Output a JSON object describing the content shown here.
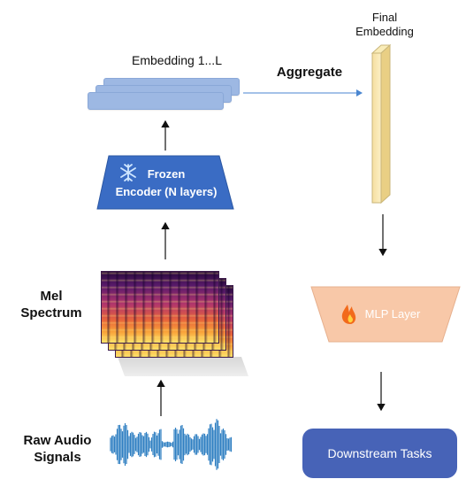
{
  "labels": {
    "embedding_stack": "Embedding 1...L",
    "aggregate": "Aggregate",
    "final_embedding_line1": "Final",
    "final_embedding_line2": "Embedding",
    "encoder_line1": "Frozen",
    "encoder_line2": "Encoder (N layers)",
    "mel_line1": "Mel",
    "mel_line2": "Spectrum",
    "raw_line1": "Raw Audio",
    "raw_line2": "Signals",
    "mlp": "MLP Layer",
    "downstream": "Downstream Tasks"
  },
  "icons": {
    "encoder_icon": "snowflake-icon",
    "mlp_icon": "fire-icon"
  },
  "colors": {
    "embedding": "#9db8e3",
    "encoder": "#3a6cc4",
    "final_embedding": "#f8e2a4",
    "mlp": "#f8c8a8",
    "downstream": "#4763b7",
    "waveform": "#2f7fc2",
    "aggregate_arrow": "#4a86d0"
  }
}
